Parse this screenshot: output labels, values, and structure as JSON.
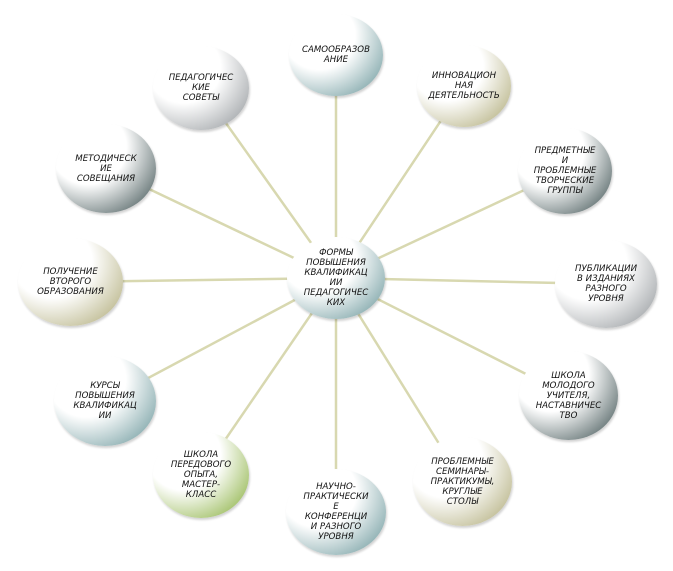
{
  "center": {
    "label": "ФОРМЫ\nПОВЫШЕНИЯ\nКВАЛИФИКАЦ\nИИ\nПЕДАГОГИЧЕС\nКИХ",
    "style": "teal"
  },
  "nodes": [
    {
      "id": "samoobrazovanie",
      "label": "САМООБРАЗОВ\nАНИЕ",
      "style": "teal"
    },
    {
      "id": "innovatsionnaya",
      "label": "ИННОВАЦИОН\nНАЯ\nДЕЯТЕЛЬНОСТЬ",
      "style": "olive"
    },
    {
      "id": "predmetnye-gruppy",
      "label": "ПРЕДМЕТНЫЕ\nИ\nПРОБЛЕМНЫЕ\nТВОРЧЕСКИЕ\nГРУППЫ",
      "style": "dark"
    },
    {
      "id": "publikatsii",
      "label": "ПУБЛИКАЦИИ\nВ ИЗДАНИЯХ\nРАЗНОГО\nУРОВНЯ",
      "style": "gray"
    },
    {
      "id": "shkola-molodogo",
      "label": "ШКОЛА\nМОЛОДОГО\nУЧИТЕЛЯ,\nНАСТАВНИЧЕС\nТВО",
      "style": "dark"
    },
    {
      "id": "seminary",
      "label": "ПРОБЛЕМНЫЕ\nСЕМИНАРЫ-\nПРАКТИКУМЫ,\nКРУГЛЫЕ\nСТОЛЫ",
      "style": "olive"
    },
    {
      "id": "konferentsii",
      "label": "НАУЧНО-\nПРАКТИЧЕСКИ\nЕ\nКОНФЕРЕНЦИ\nИ РАЗНОГО\nУРОВНЯ",
      "style": "teal"
    },
    {
      "id": "shkola-opyta",
      "label": "ШКОЛА\nПЕРЕДОВОГО\nОПЫТА,\nМАСТЕР-\nКЛАСС",
      "style": "green"
    },
    {
      "id": "kursy",
      "label": "КУРСЫ\nПОВЫШЕНИЯ\nКВАЛИФИКАЦ\nИИ",
      "style": "teal"
    },
    {
      "id": "vtoroe-obrazovanie",
      "label": "ПОЛУЧЕНИЕ\nВТОРОГО\nОБРАЗОВАНИЯ",
      "style": "olive"
    },
    {
      "id": "metod-soveshchaniya",
      "label": "МЕТОДИЧЕСК\nИЕ\nСОВЕЩАНИЯ",
      "style": "dark"
    },
    {
      "id": "pedsovety",
      "label": "ПЕДАГОГИЧЕС\nКИЕ\nСОВЕТЫ",
      "style": "gray"
    }
  ],
  "colors": {
    "connector": "#d8d8b0",
    "teal": "#5f8f93",
    "olive": "#a9a46e",
    "dark": "#2f4445",
    "gray": "#8a8f93",
    "green": "#7ea82e"
  }
}
